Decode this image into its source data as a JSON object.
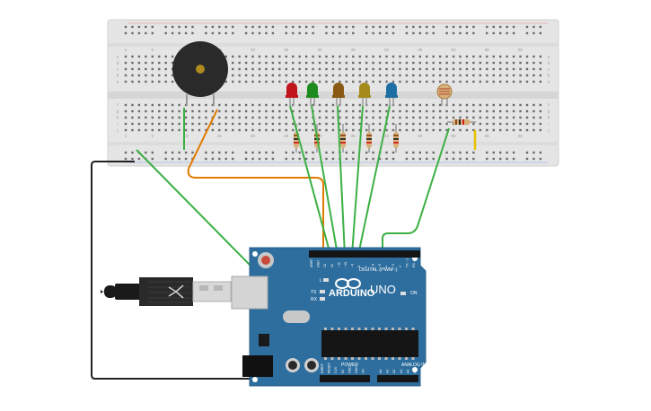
{
  "breadboard": {
    "top_numbers": [
      "1",
      "5",
      "10",
      "15",
      "20",
      "25",
      "30",
      "35",
      "40",
      "45",
      "50",
      "55",
      "60"
    ],
    "bottom_numbers": [
      "1",
      "5",
      "10",
      "15",
      "20",
      "25",
      "30",
      "35",
      "40",
      "45",
      "50",
      "55",
      "60"
    ],
    "row_letters_top": [
      "a",
      "b",
      "c",
      "d",
      "e"
    ],
    "row_letters_bottom": [
      "f",
      "g",
      "h",
      "i",
      "j"
    ]
  },
  "leds": [
    {
      "color": "#c0151b"
    },
    {
      "color": "#1e8b1e"
    },
    {
      "color": "#8a5a14"
    },
    {
      "color": "#a58a1c"
    },
    {
      "color": "#1d6fa3"
    }
  ],
  "arduino": {
    "brand": "ARDUINO",
    "model": "UNO",
    "digital_label": "DIGITAL (PWM~)",
    "analog_label": "ANALOG IN",
    "power_label": "POWER",
    "on_label": "ON",
    "l_label": "L",
    "tx_label": "TX",
    "rx_label": "RX",
    "aref": "AREF",
    "gnd": "GND",
    "digital_pins": [
      "13",
      "12",
      "~11",
      "~10",
      "~9",
      "8",
      "7",
      "~6",
      "~5",
      "4",
      "~3",
      "2",
      "TX→1",
      "RX←0"
    ],
    "power_pins": [
      "IOREF",
      "RESET",
      "3.3V",
      "5V",
      "GND",
      "GND",
      "Vin"
    ],
    "analog_pins": [
      "A0",
      "A1",
      "A2",
      "A3",
      "A4",
      "A5"
    ]
  },
  "colors": {
    "wire_green": "#3cb043",
    "wire_orange": "#e07b00",
    "wire_black": "#222222",
    "wire_yellow": "#e8c000",
    "board_blue": "#2e6e9e",
    "breadboard": "#e5e5e5"
  }
}
